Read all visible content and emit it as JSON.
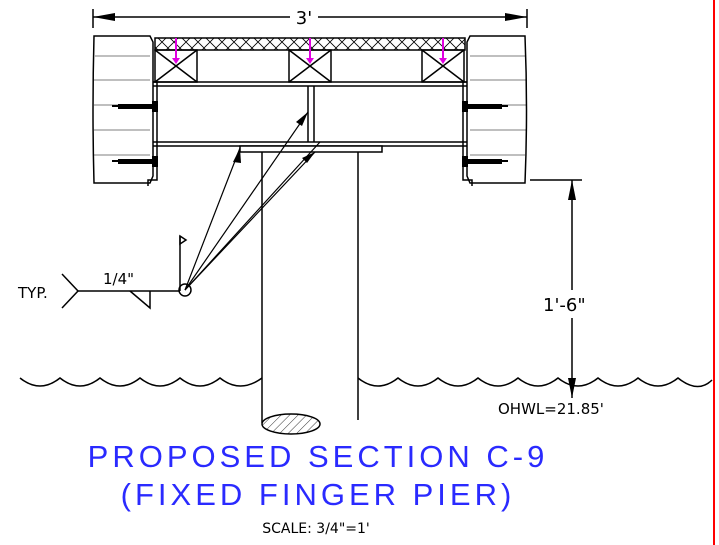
{
  "drawing": {
    "dimensions": {
      "width": "3'",
      "height": "1'-6\""
    },
    "weld": {
      "size": "1/4\"",
      "typ": "TYP."
    },
    "water_level": "OHWL=21.85'",
    "title": {
      "line1": "PROPOSED SECTION C-9",
      "line2": "(FIXED FINGER PIER)",
      "scale": "SCALE: 3/4\"=1'"
    },
    "colors": {
      "title": "#2a2aff",
      "fastener": "#e000e0",
      "border": "#ff0000",
      "line": "#000000"
    }
  }
}
